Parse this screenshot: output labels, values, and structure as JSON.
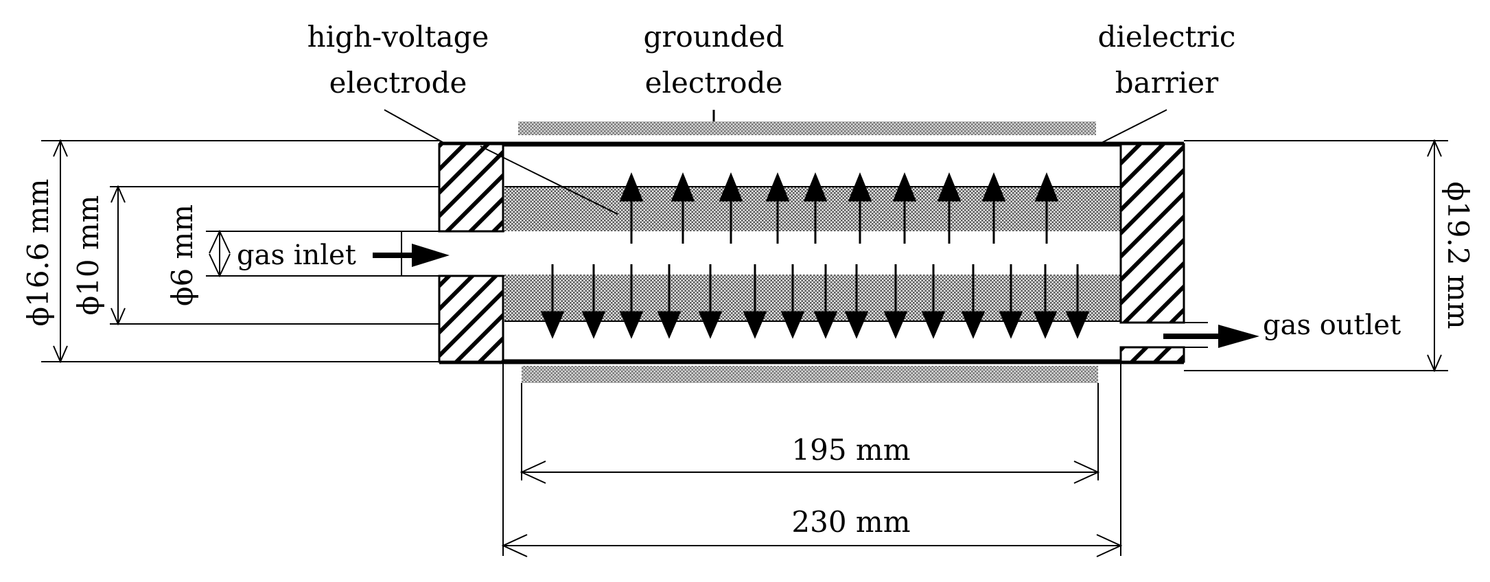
{
  "labels": {
    "hv_electrode_line1": "high-voltage",
    "hv_electrode_line2": "electrode",
    "grounded_line1": "grounded",
    "grounded_line2": "electrode",
    "dielectric_line1": "dielectric",
    "dielectric_line2": "barrier",
    "gas_inlet": "gas inlet",
    "gas_outlet": "gas outlet"
  },
  "dimensions": {
    "d_outer_left": "ϕ16.6 mm",
    "d_inner": "ϕ10 mm",
    "d_inlet": "ϕ6 mm",
    "d_outer_right": "ϕ19.2 mm",
    "len_electrode": "195 mm",
    "len_reactor": "230 mm"
  },
  "colors": {
    "line": "#000000",
    "background": "#ffffff"
  }
}
